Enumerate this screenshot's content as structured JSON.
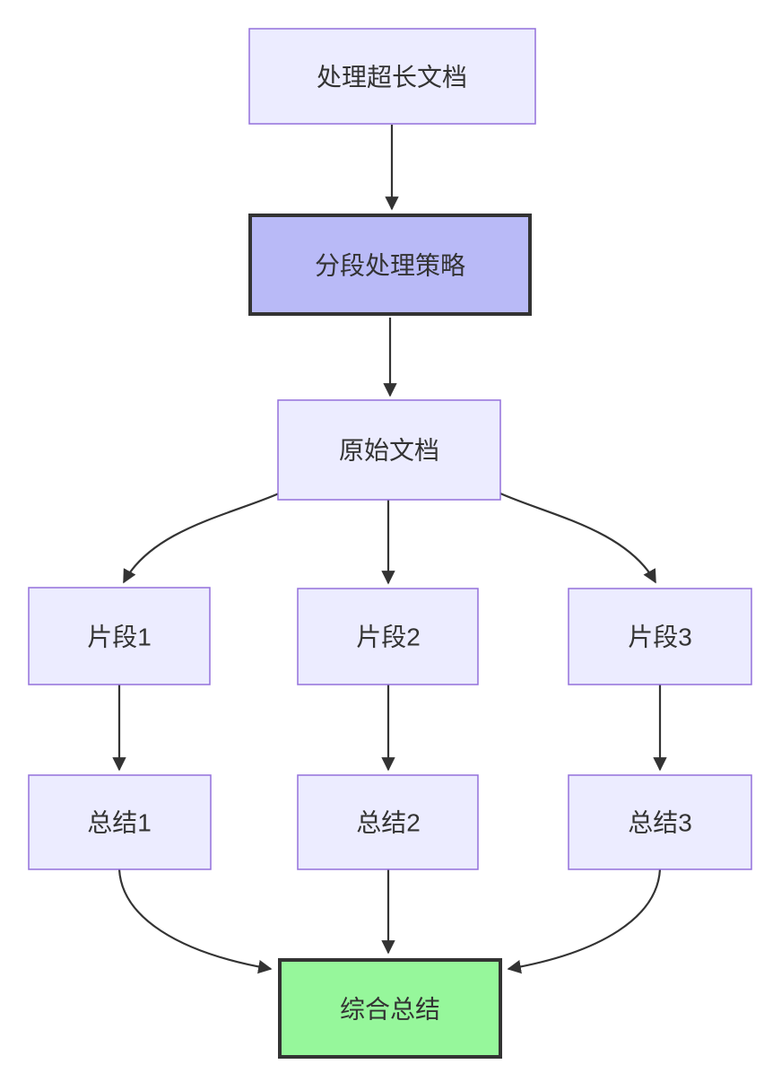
{
  "diagram": {
    "type": "flowchart",
    "direction": "top-down",
    "colors": {
      "node_fill": "#ECECFF",
      "node_border": "#9370DB",
      "highlight_fill": "#B9BAF7",
      "highlight_border": "#333333",
      "result_fill": "#96F79B",
      "result_border": "#333333",
      "edge_color": "#333333",
      "text_color": "#333333",
      "background": "#FFFFFF"
    },
    "nodes": [
      {
        "id": "task",
        "label": "处理超长文档",
        "style": "default"
      },
      {
        "id": "strategy",
        "label": "分段处理策略",
        "style": "highlight"
      },
      {
        "id": "source",
        "label": "原始文档",
        "style": "default"
      },
      {
        "id": "chunk1",
        "label": "片段1",
        "style": "default"
      },
      {
        "id": "chunk2",
        "label": "片段2",
        "style": "default"
      },
      {
        "id": "chunk3",
        "label": "片段3",
        "style": "default"
      },
      {
        "id": "summary1",
        "label": "总结1",
        "style": "default"
      },
      {
        "id": "summary2",
        "label": "总结2",
        "style": "default"
      },
      {
        "id": "summary3",
        "label": "总结3",
        "style": "default"
      },
      {
        "id": "final",
        "label": "综合总结",
        "style": "result"
      }
    ],
    "edges": [
      {
        "from": "task",
        "to": "strategy"
      },
      {
        "from": "strategy",
        "to": "source"
      },
      {
        "from": "source",
        "to": "chunk1"
      },
      {
        "from": "source",
        "to": "chunk2"
      },
      {
        "from": "source",
        "to": "chunk3"
      },
      {
        "from": "chunk1",
        "to": "summary1"
      },
      {
        "from": "chunk2",
        "to": "summary2"
      },
      {
        "from": "chunk3",
        "to": "summary3"
      },
      {
        "from": "summary1",
        "to": "final"
      },
      {
        "from": "summary2",
        "to": "final"
      },
      {
        "from": "summary3",
        "to": "final"
      }
    ]
  }
}
